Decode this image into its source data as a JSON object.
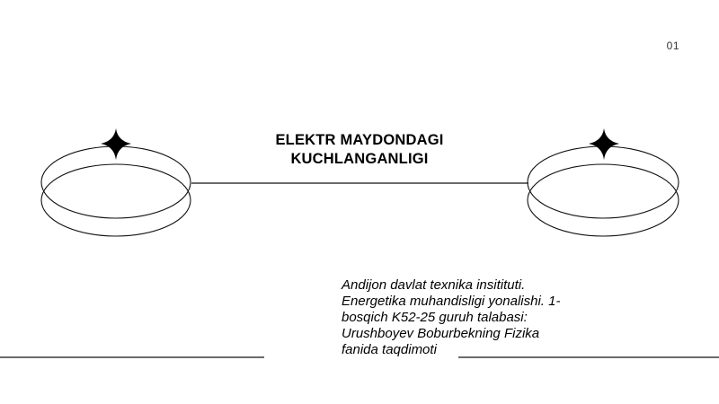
{
  "slide": {
    "page_number": "01",
    "title_lines": [
      "ELEKTR MAYDONDAGI",
      "KUCHLANGANLIGI"
    ],
    "subtitle_lines": [
      "Andijon davlat texnika insitituti.",
      "Energetika muhandisligi yonalishi. 1-",
      "bosqich K52-25 guruh talabasi:",
      "Urushboyev Boburbekning Fizika",
      "fanida taqdimoti"
    ],
    "decorations": [
      "double-ring-left",
      "double-ring-right",
      "sparkle-star-icon",
      "connector-line",
      "bottom-rule"
    ]
  }
}
